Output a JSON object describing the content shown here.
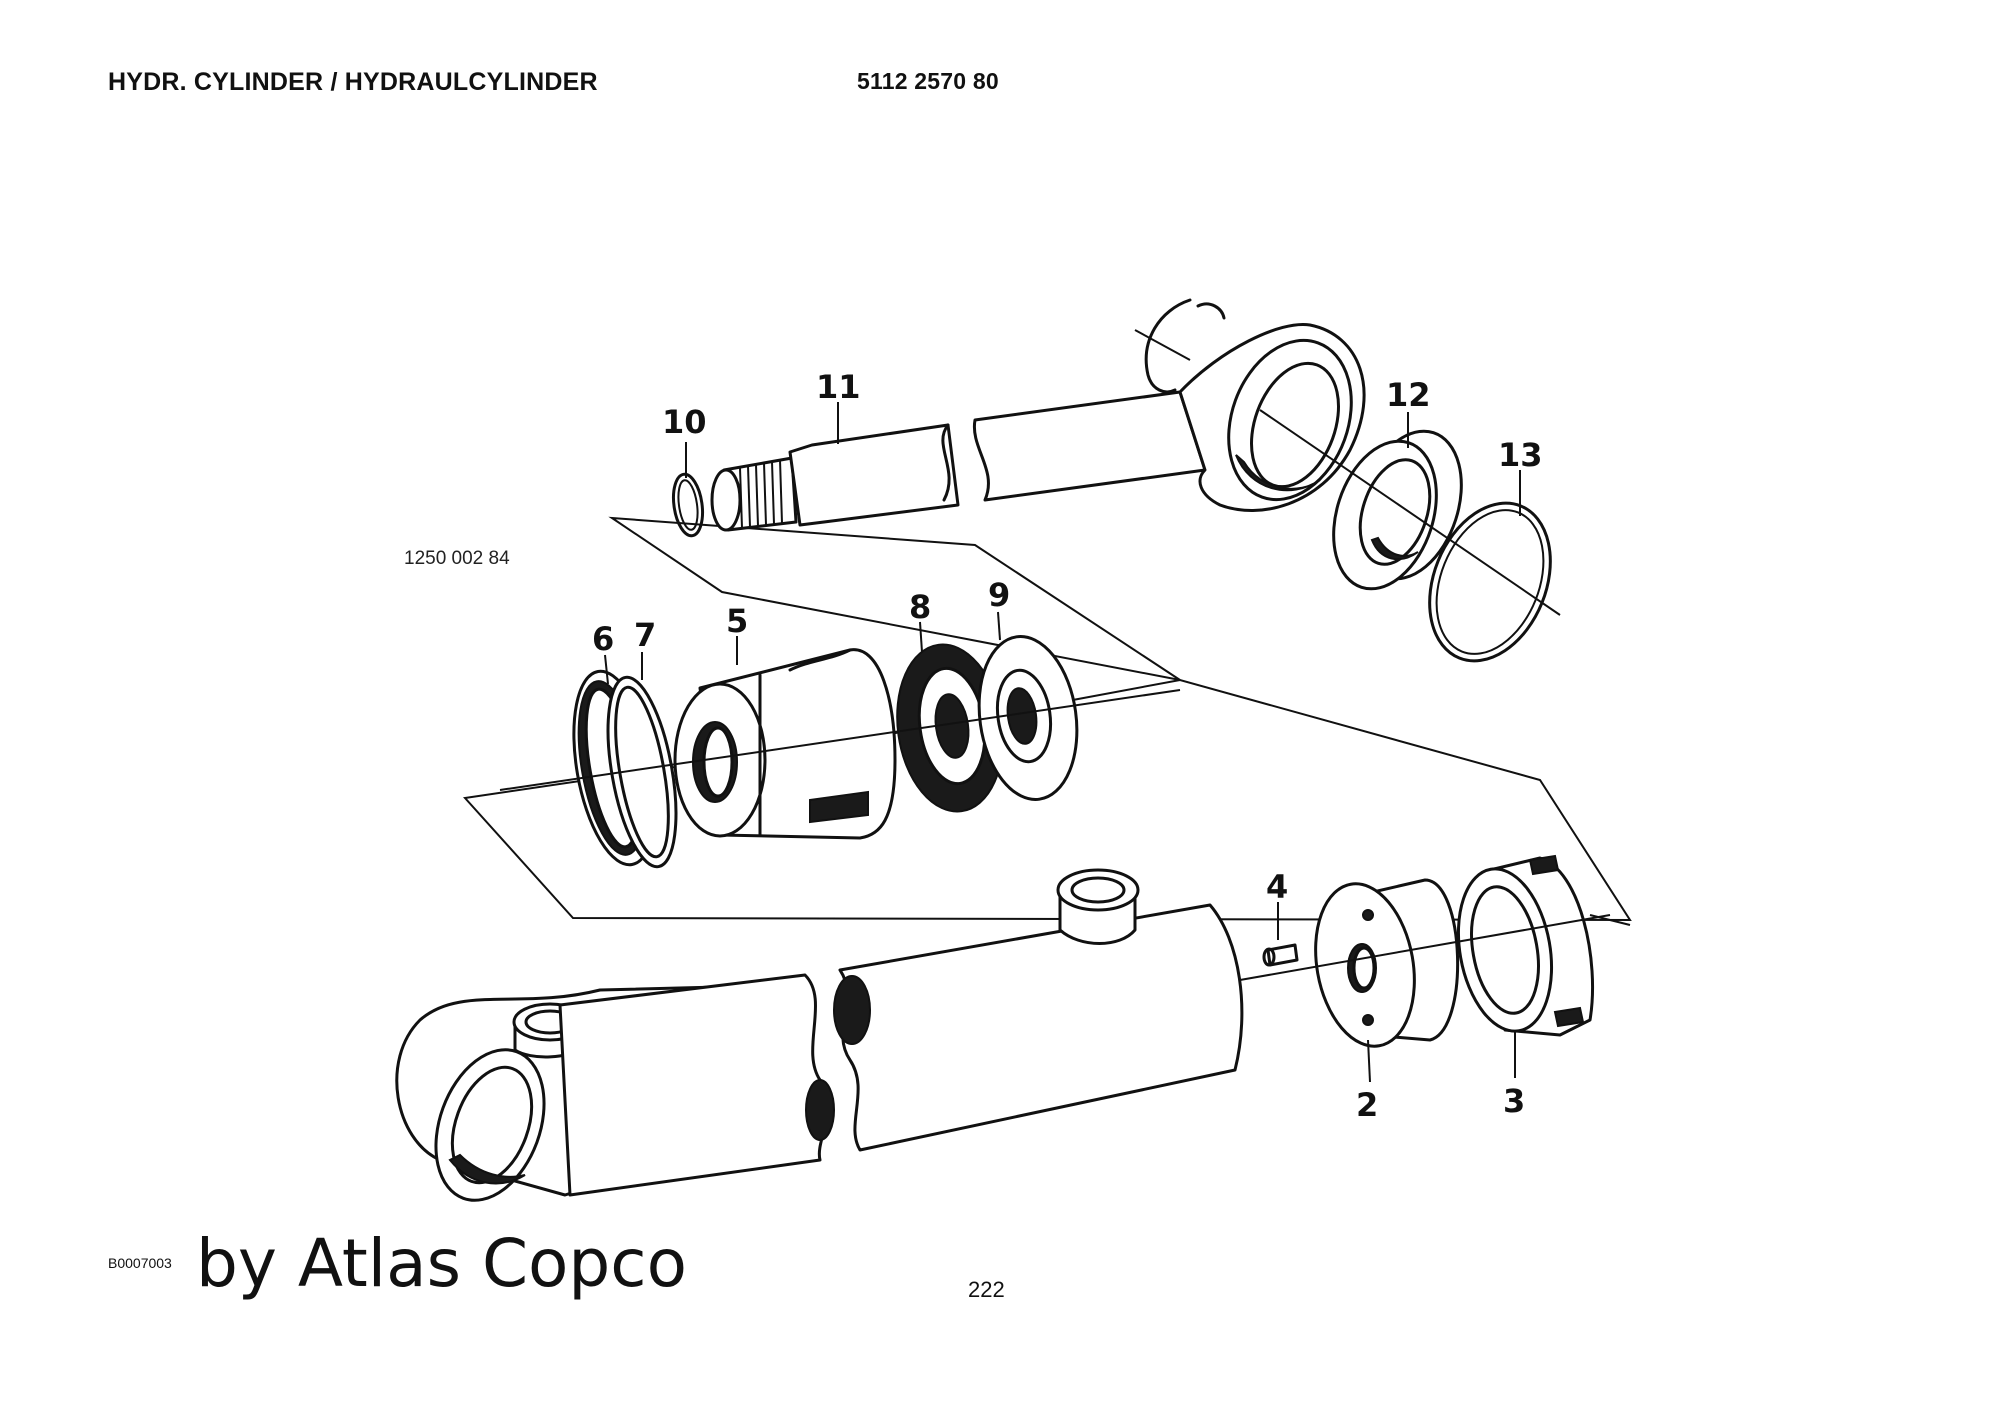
{
  "header": {
    "title": "HYDR. CYLINDER / HYDRAULCYLINDER",
    "part_number": "5112 2570 80"
  },
  "drawing": {
    "reference_number": "1250 002 84",
    "callouts": [
      "2",
      "3",
      "4",
      "5",
      "6",
      "7",
      "8",
      "9",
      "10",
      "11",
      "12",
      "13"
    ]
  },
  "footer": {
    "document_id": "B0007003",
    "brand": "by Atlas Copco",
    "page_number": "222"
  }
}
